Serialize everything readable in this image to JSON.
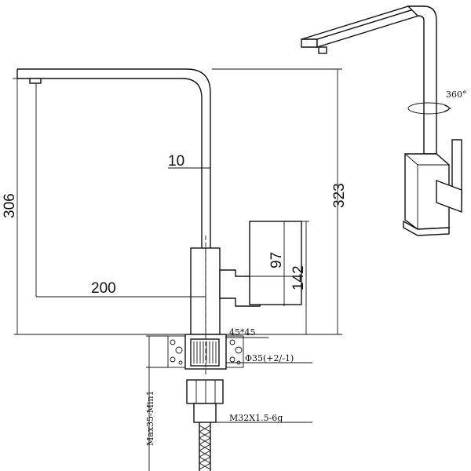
{
  "drawing": {
    "dims": {
      "reach": "200",
      "spout_tube": "10",
      "height_left": "306",
      "height_right": "323",
      "handle_height": "97",
      "body_height": "142",
      "square_base": "45*45",
      "hole_diameter": "Φ35(+2/-1)",
      "thread": "M32X1.5-6g",
      "deck_thickness": "Max35-Min1",
      "rotation": "360°"
    }
  }
}
